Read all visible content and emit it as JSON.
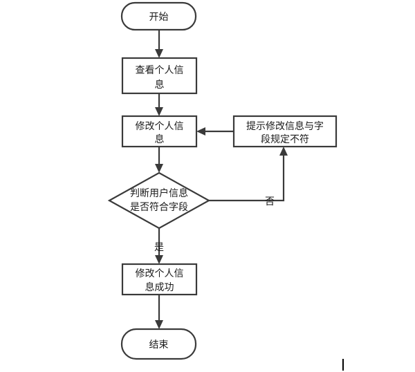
{
  "diagram": {
    "nodes": {
      "start": {
        "lines": [
          "开始"
        ]
      },
      "view_info": {
        "lines": [
          "查看个人信",
          "息"
        ]
      },
      "edit_info": {
        "lines": [
          "修改个人信",
          "息"
        ]
      },
      "check_info": {
        "lines": [
          "判断用户信息",
          "是否符合字段"
        ]
      },
      "hint": {
        "lines": [
          "提示修改信息与字",
          "段规定不符"
        ]
      },
      "success": {
        "lines": [
          "修改个人信",
          "息成功"
        ]
      },
      "end": {
        "lines": [
          "结束"
        ]
      }
    },
    "edges": {
      "yes_label": "是",
      "no_label": "否"
    }
  }
}
